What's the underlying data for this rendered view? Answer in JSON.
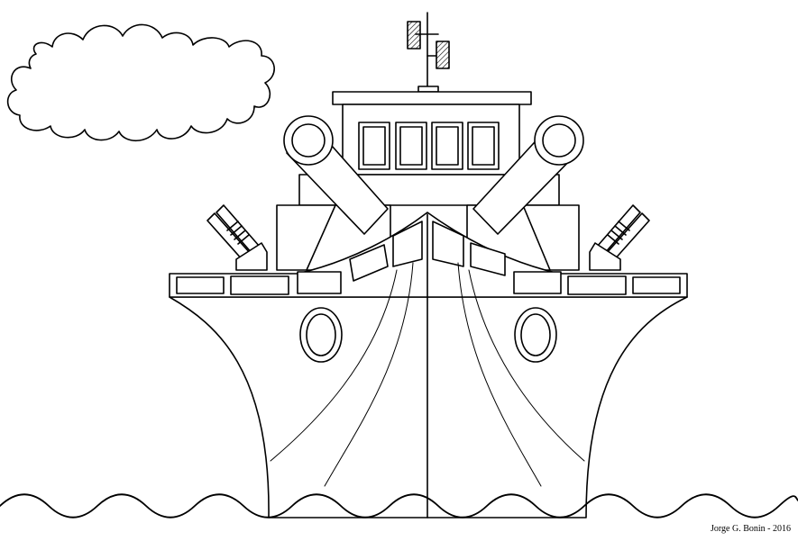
{
  "drawing": {
    "credit": "Jorge G. Bonin - 2016",
    "palette": {
      "line": "#000000",
      "fill": "#ffffff"
    },
    "elements": [
      "cloud",
      "ship",
      "waves"
    ]
  }
}
